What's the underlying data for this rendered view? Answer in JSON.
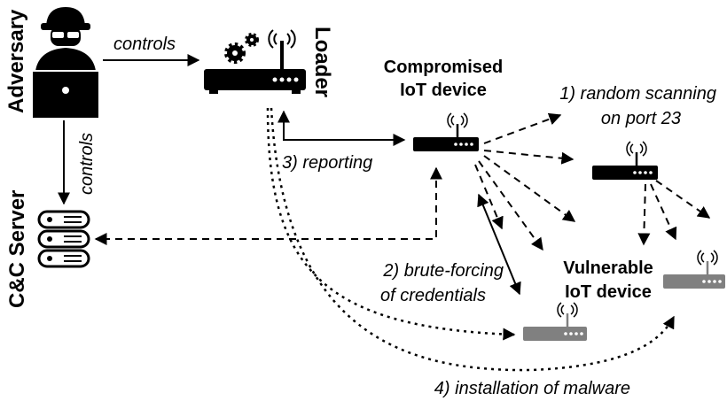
{
  "labels": {
    "adversary": "Adversary",
    "cnc_server": "C&C Server",
    "loader": "Loader",
    "compromised_line1": "Compromised",
    "compromised_line2": "IoT device",
    "vulnerable_line1": "Vulnerable",
    "vulnerable_line2": "IoT device"
  },
  "edges": {
    "controls_loader": "controls",
    "controls_cnc": "controls",
    "reporting": "3) reporting",
    "scanning_line1": "1) random scanning",
    "scanning_line2": "on port 23",
    "bruteforce_line1": "2) brute-forcing",
    "bruteforce_line2": "of credentials",
    "installation": "4) installation of malware"
  },
  "icons": [
    "hacker-icon",
    "server-rack-icon",
    "router-icon",
    "gears-icon",
    "antenna-icon"
  ],
  "colors": {
    "compromised_device": "#000000",
    "vulnerable_device": "#808080"
  }
}
